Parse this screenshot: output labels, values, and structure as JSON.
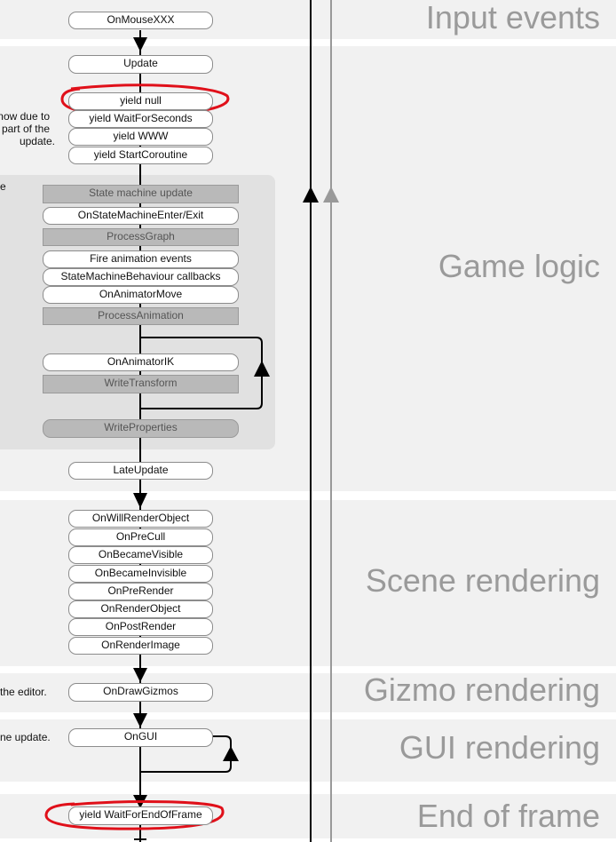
{
  "sections": {
    "input_events": "Input events",
    "game_logic": "Game logic",
    "scene_rendering": "Scene rendering",
    "gizmo_rendering": "Gizmo rendering",
    "gui_rendering": "GUI rendering",
    "end_of_frame": "End of frame"
  },
  "nodes": {
    "on_mouse": "OnMouseXXX",
    "update": "Update",
    "yield_null": "yield null",
    "yield_wait_seconds": "yield WaitForSeconds",
    "yield_www": "yield WWW",
    "yield_start_coroutine": "yield StartCoroutine",
    "state_machine_update": "State machine update",
    "state_machine_enter_exit": "OnStateMachineEnter/Exit",
    "process_graph": "ProcessGraph",
    "fire_animation_events": "Fire animation events",
    "smb_callbacks": "StateMachineBehaviour callbacks",
    "on_animator_move": "OnAnimatorMove",
    "process_animation": "ProcessAnimation",
    "on_animator_ik": "OnAnimatorIK",
    "write_transform": "WriteTransform",
    "write_properties": "WriteProperties",
    "late_update": "LateUpdate",
    "on_will_render_object": "OnWillRenderObject",
    "on_pre_cull": "OnPreCull",
    "on_became_visible": "OnBecameVisible",
    "on_became_invisible": "OnBecameInvisible",
    "on_pre_render": "OnPreRender",
    "on_render_object": "OnRenderObject",
    "on_post_render": "OnPostRender",
    "on_render_image": "OnRenderImage",
    "on_draw_gizmos": "OnDrawGizmos",
    "on_gui": "OnGUI",
    "yield_wait_end_of_frame": "yield WaitForEndOfFrame"
  },
  "notes": {
    "coroutine_line1": "now due to",
    "coroutine_line2": "part of the",
    "coroutine_line3": "update.",
    "animation_note": "e",
    "gizmo_note": "the editor.",
    "gui_note": "ne update."
  },
  "colors": {
    "highlight_circle": "#e0101a",
    "section_band": "#f1f1f1",
    "animation_box": "#e1e1e1",
    "gray_node": "#b9b9b9",
    "section_title": "#9a9a9a",
    "arrow_black": "#000000",
    "arrow_gray": "#999999"
  }
}
